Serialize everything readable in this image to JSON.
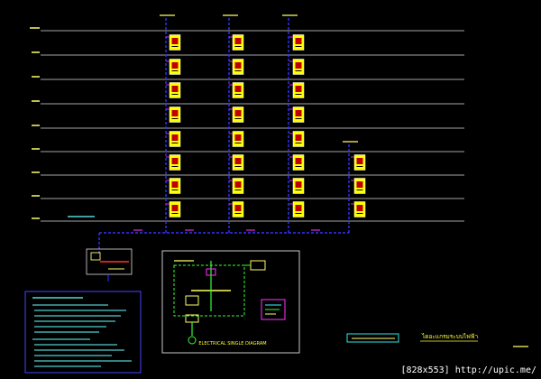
{
  "drawing": {
    "floors": 9,
    "tower_columns": 3,
    "tower_levels": 8,
    "extra_column_levels": 3,
    "colors": {
      "background": "#000000",
      "floor_line": "#ffffff",
      "riser": "#3333ff",
      "panel_fill": "#ffff00",
      "panel_inner": "#c00000",
      "label": "#ffff66",
      "frame": "#ffffff",
      "notes_box": "#4444ff",
      "notes_text": "#66ffff",
      "green": "#33ff33",
      "magenta": "#ff33ff",
      "cyan": "#33ffff"
    },
    "single_line_title": "ELECTRICAL SINGLE DIAGRAM",
    "thai_title": "ไดอะแกรมระบบไฟฟ้า"
  },
  "watermark": {
    "text": "[828x553] http://upic.me/"
  }
}
